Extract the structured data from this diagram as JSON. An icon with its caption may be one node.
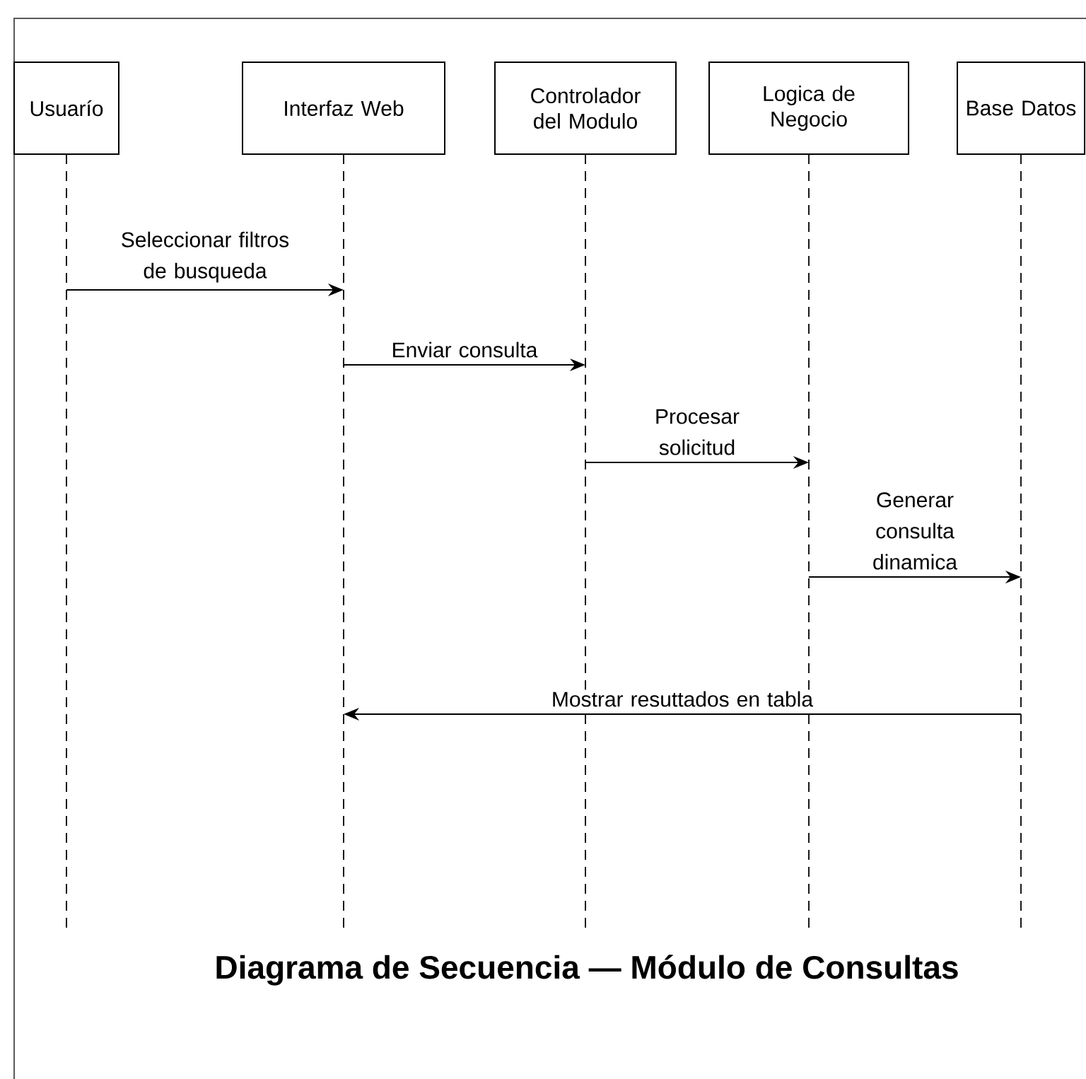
{
  "diagram": {
    "title": "Diagrama de Secuencia — Módulo de Consultas",
    "nodes": [
      {
        "text": [
          "Usuarío"
        ]
      },
      {
        "text": [
          "Interfaz Web"
        ]
      },
      {
        "text": [
          "Controlador del Modulo"
        ]
      },
      {
        "text": [
          "Logica de Negocio"
        ]
      },
      {
        "text": [
          "Base Datos"
        ]
      }
    ],
    "edges": [
      {
        "from": 0,
        "to": 1,
        "arrow": "to",
        "label": "Seleccionar filtros de busqueda"
      },
      {
        "from": 1,
        "to": 2,
        "arrow": "to",
        "label": "Enviar consulta"
      },
      {
        "from": 2,
        "to": 3,
        "arrow": "to",
        "label": "Procesar solicitud"
      },
      {
        "from": 3,
        "to": 4,
        "arrow": "to",
        "label": "Generar consulta dinamica"
      },
      {
        "from": 4,
        "to": 1,
        "arrow": "to",
        "label": "Mostrar resuttados en tabla"
      }
    ]
  }
}
